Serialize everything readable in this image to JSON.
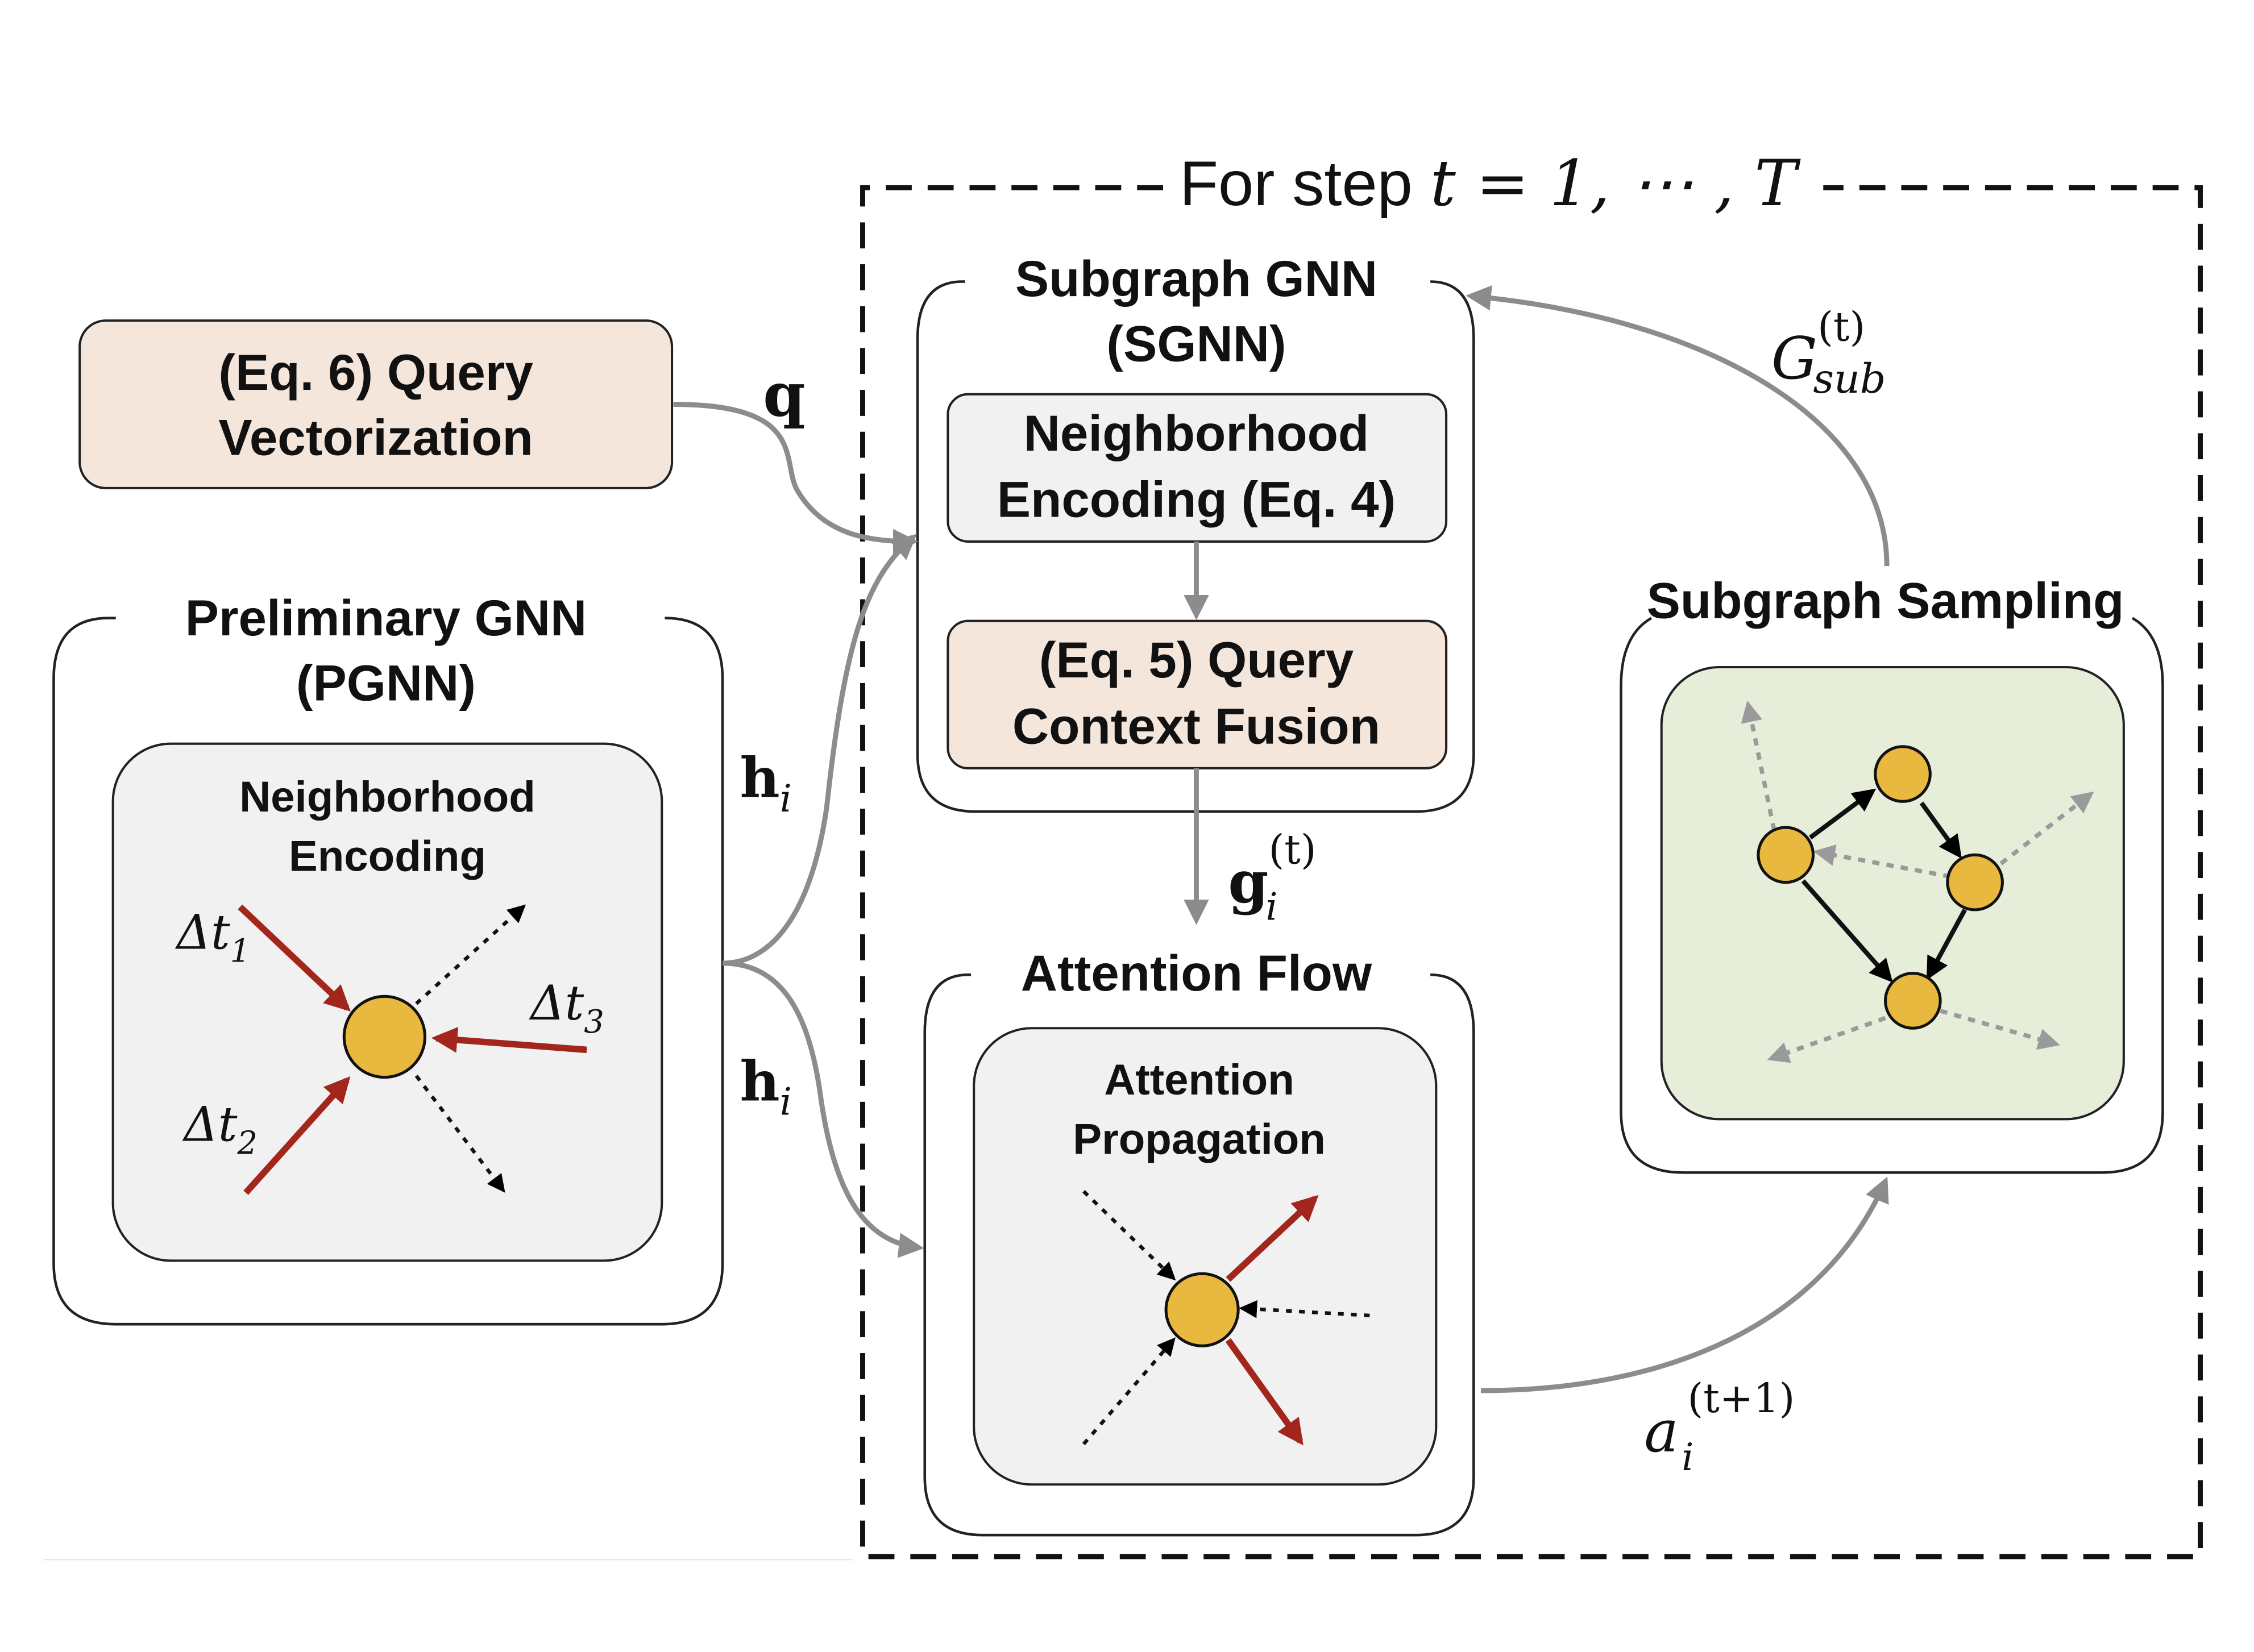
{
  "loop": {
    "title_prefix": "For step ",
    "title_math": "t = 1, ⋯ , T"
  },
  "query_vectorization": {
    "line1": "(Eq. 6) Query",
    "line2": "Vectorization"
  },
  "pgnn": {
    "title1": "Preliminary GNN",
    "title2": "(PGNN)",
    "inner_line1": "Neighborhood",
    "inner_line2": "Encoding",
    "dt1": "Δt",
    "dt1_sub": "1",
    "dt2": "Δt",
    "dt2_sub": "2",
    "dt3": "Δt",
    "dt3_sub": "3"
  },
  "sgnn": {
    "title1": "Subgraph GNN",
    "title2": "(SGNN)",
    "box1_line1": "Neighborhood",
    "box1_line2": "Encoding (Eq. 4)",
    "box2_line1": "(Eq. 5) Query",
    "box2_line2": "Context Fusion"
  },
  "attention_flow": {
    "title": "Attention Flow",
    "inner_line1": "Attention",
    "inner_line2": "Propagation"
  },
  "subgraph_sampling": {
    "title": "Subgraph Sampling"
  },
  "edge_labels": {
    "q": "q",
    "h": "h",
    "h_sub": "i",
    "g": "g",
    "g_sub": "i",
    "g_sup": "(t)",
    "G": "G",
    "G_sub": "sub",
    "G_sup": "(t)",
    "a": "a",
    "a_sub": "i",
    "a_sup": "(t+1)"
  },
  "colors": {
    "peach_box": "#f5e6dc",
    "gray_box": "#f1f1f1",
    "green_box": "#e6edd9",
    "node_fill": "#e8b83f",
    "red_arrow": "#a3261c",
    "gray_arrow": "#8c8c8c"
  }
}
